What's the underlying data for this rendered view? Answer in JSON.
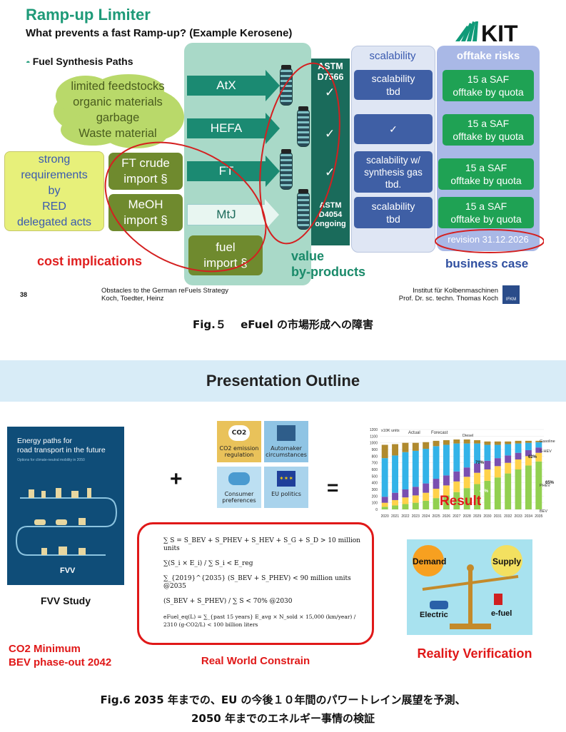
{
  "slide1": {
    "title": "Ramp-up Limiter",
    "subtitle": "What prevents a fast Ramp-up? (Example Kerosene)",
    "section": "Fuel Synthesis Paths",
    "logo": "KIT",
    "cloud_lines": [
      "limited feedstocks",
      "organic materials",
      "garbage",
      "Waste material"
    ],
    "requirements": [
      "strong",
      "requirements",
      "by",
      "RED",
      "delegated acts"
    ],
    "ft_crude": [
      "FT crude",
      "import §"
    ],
    "meoh": [
      "MeOH",
      "import §"
    ],
    "fuel_import": [
      "fuel",
      "import §"
    ],
    "paths": [
      "AtX",
      "HEFA",
      "FT",
      "MtJ"
    ],
    "astm_top": [
      "ASTM",
      "D7566"
    ],
    "astm_bottom": [
      "ASTM",
      "D4054",
      "ongoing"
    ],
    "value_label": [
      "value",
      "by-products"
    ],
    "cost_label": "cost implications",
    "scalability_header": "scalability",
    "scalability_items": [
      [
        "scalability",
        "tbd"
      ],
      [
        "✓"
      ],
      [
        "scalability w/",
        "synthesis gas",
        "tbd."
      ],
      [
        "scalability",
        "tbd"
      ]
    ],
    "offtake_header": "offtake risks",
    "offtake_items": [
      [
        "15 a SAF",
        "offtake by quota"
      ],
      [
        "15 a SAF",
        "offtake by quota"
      ],
      [
        "15 a SAF",
        "offtake by quota"
      ],
      [
        "15 a SAF",
        "offtake by quota"
      ]
    ],
    "revision": "revision 31.12.2026",
    "business_case": "business case",
    "page_number": "38",
    "footer_left": [
      "Obstacles to the German reFuels Strategy",
      "Koch, Toedter, Heinz"
    ],
    "footer_right": [
      "Institut für Kolbenmaschinen",
      "Prof. Dr. sc. techn. Thomas Koch"
    ],
    "ifkm": "IFKM"
  },
  "fig5_caption": "Fig.５　 eFuel の市場形成への障害",
  "slide2": {
    "banner": "Presentation Outline",
    "book_title": [
      "Energy paths for",
      "road transport in the future"
    ],
    "book_sub": "Options for climate-neutral mobility in 2050",
    "book_logo": "FVV",
    "fvv_label": "FVV Study",
    "co2_label": [
      "CO2 Minimum",
      "BEV phase-out 2042"
    ],
    "plus": "+",
    "equals": "=",
    "tiles": [
      {
        "icon": "CO2",
        "label": "CO2 emission regulation",
        "color": "#e9c25a"
      },
      {
        "icon": "factory",
        "label": "Automaker circumstances",
        "color": "#8fc4e4"
      },
      {
        "icon": "people",
        "label": "Consumer preferences",
        "color": "#bcdff2"
      },
      {
        "icon": "EU",
        "label": "EU politics",
        "color": "#a9d3ec"
      }
    ],
    "formulas": [
      "∑ S = S_BEV + S_PHEV + S_HEV + S_G + S_D > 10 million units",
      "∑(S_i × E_i) / ∑ S_i < E_reg",
      "∑_{2019}^{2035} (S_BEV + S_PHEV) < 90 million units   @2035",
      "(S_BEV + S_PHEV) / ∑ S < 70%   @2030",
      "eFuel_eq(L) = ∑_{past 15 years} E_avg × N_sold × 15,000 (km/year) / 2310 (g-CO2/L) < 100 billion liters"
    ],
    "constraint_label": "Real World Constrain",
    "reality_label": "Reality Verification",
    "scale_labels": {
      "demand": "Demand",
      "supply": "Supply",
      "electric": "Electric",
      "efuel": "e-fuel"
    }
  },
  "chart_data": {
    "type": "bar",
    "stacked": true,
    "ylabel": "x10K units",
    "categories": [
      "2020",
      "2021",
      "2022",
      "2023",
      "2024",
      "2025",
      "2026",
      "2027",
      "2028",
      "2029",
      "2030",
      "2031",
      "2032",
      "2033",
      "2034",
      "2035"
    ],
    "ylim": [
      0,
      1200
    ],
    "yticks": [
      0,
      100,
      200,
      300,
      400,
      500,
      600,
      700,
      800,
      900,
      1000,
      1100,
      1200
    ],
    "series": [
      {
        "name": "BEV",
        "color": "#92d050",
        "values": [
          40,
          60,
          80,
          100,
          130,
          170,
          210,
          260,
          320,
          380,
          430,
          480,
          540,
          600,
          660,
          720
        ]
      },
      {
        "name": "PHEV",
        "color": "#ffd24a",
        "values": [
          60,
          80,
          100,
          110,
          120,
          140,
          150,
          160,
          170,
          170,
          170,
          170,
          160,
          150,
          140,
          130
        ]
      },
      {
        "name": "S-HEV",
        "color": "#7a4fb0",
        "values": [
          90,
          110,
          120,
          130,
          140,
          150,
          150,
          150,
          140,
          140,
          130,
          120,
          110,
          100,
          90,
          80
        ]
      },
      {
        "name": "Gasoline",
        "color": "#33b3e8",
        "values": [
          580,
          560,
          560,
          540,
          520,
          490,
          460,
          420,
          360,
          300,
          240,
          200,
          170,
          140,
          110,
          80
        ]
      },
      {
        "name": "Diesel",
        "color": "#b08a2e",
        "values": [
          200,
          170,
          140,
          120,
          100,
          80,
          70,
          60,
          60,
          50,
          50,
          50,
          40,
          40,
          30,
          20
        ]
      }
    ],
    "annotations": [
      "Actual",
      "Forecast",
      "70%",
      "49%",
      "62%",
      "65%"
    ],
    "overlay": "Result"
  },
  "fig6_caption": [
    "Fig.6 2035 年までの、EU の今後１０年間のパワートレイン展望を予測、",
    "2050 年までのエネルギー事情の検証"
  ]
}
